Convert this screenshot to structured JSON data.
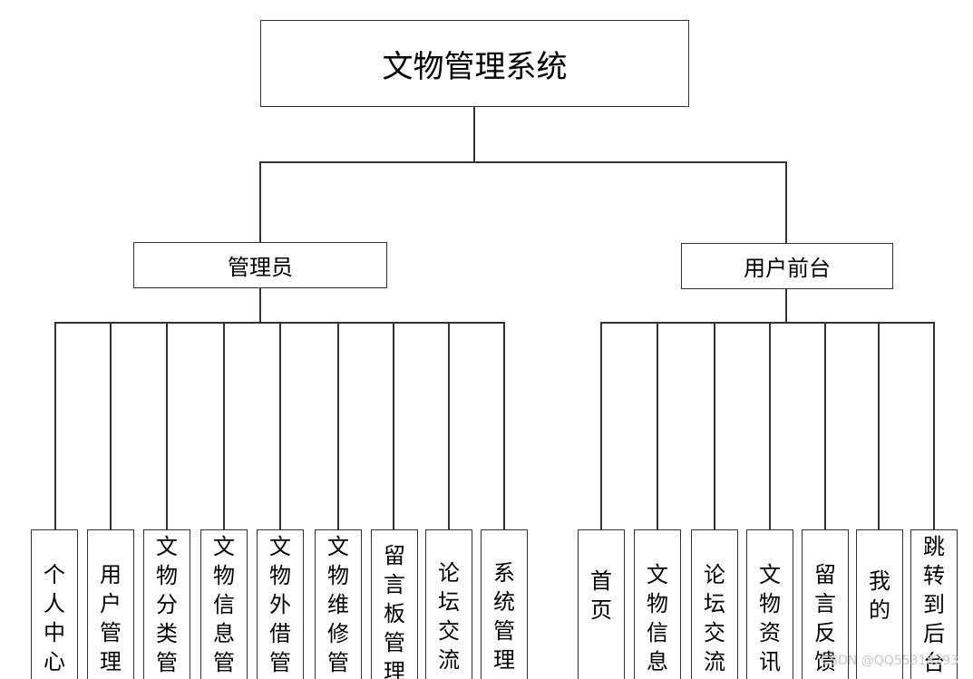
{
  "diagram": {
    "root": {
      "label": "文物管理系统"
    },
    "branches": [
      {
        "label": "管理员",
        "children": [
          "个人中心",
          "用户管理",
          "文物分类管",
          "文物信息管",
          "文物外借管",
          "文物维修管",
          "留言板管理",
          "论坛交流",
          "系统管理"
        ]
      },
      {
        "label": "用户前台",
        "children": [
          "首页",
          "文物信息",
          "论坛交流",
          "文物资讯",
          "留言反馈",
          "我的",
          "跳转到后台"
        ]
      }
    ]
  },
  "watermark": "CSDN @QQ55318293"
}
